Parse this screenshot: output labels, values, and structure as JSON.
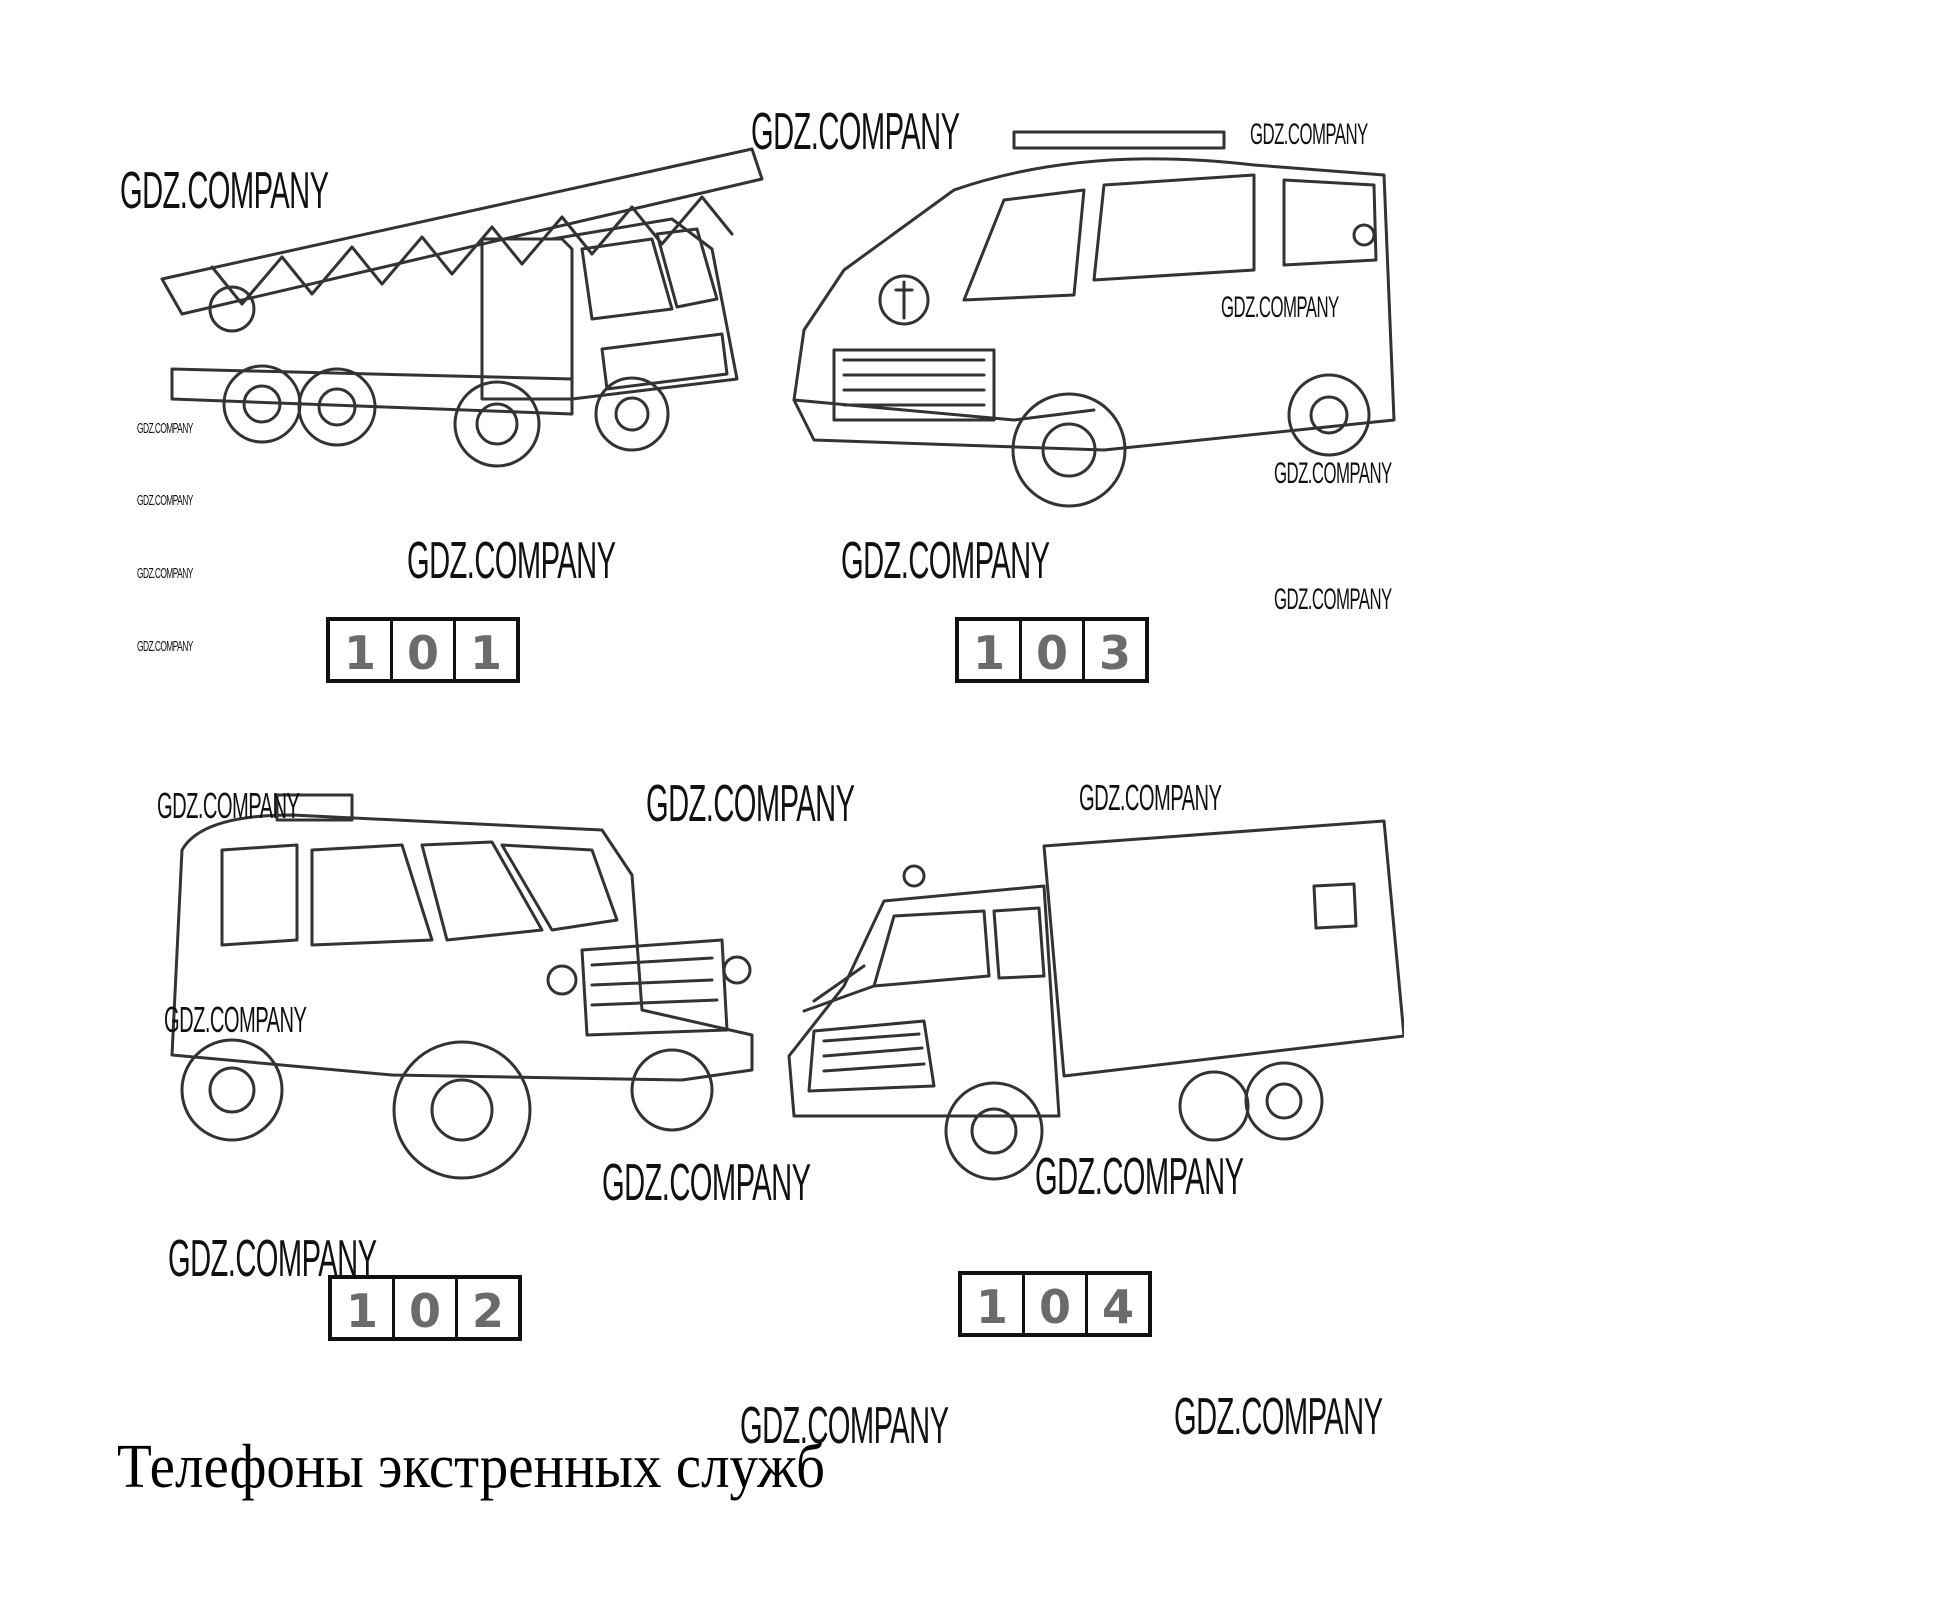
{
  "watermark": "GDZ.COMPANY",
  "title": "Телефоны экстренных служб",
  "services": [
    {
      "vehicle": "fire-truck",
      "digits": [
        "1",
        "0",
        "1"
      ]
    },
    {
      "vehicle": "ambulance",
      "digits": [
        "1",
        "0",
        "3"
      ]
    },
    {
      "vehicle": "police-car",
      "digits": [
        "1",
        "0",
        "2"
      ]
    },
    {
      "vehicle": "gas-service-truck",
      "digits": [
        "1",
        "0",
        "4"
      ]
    }
  ]
}
